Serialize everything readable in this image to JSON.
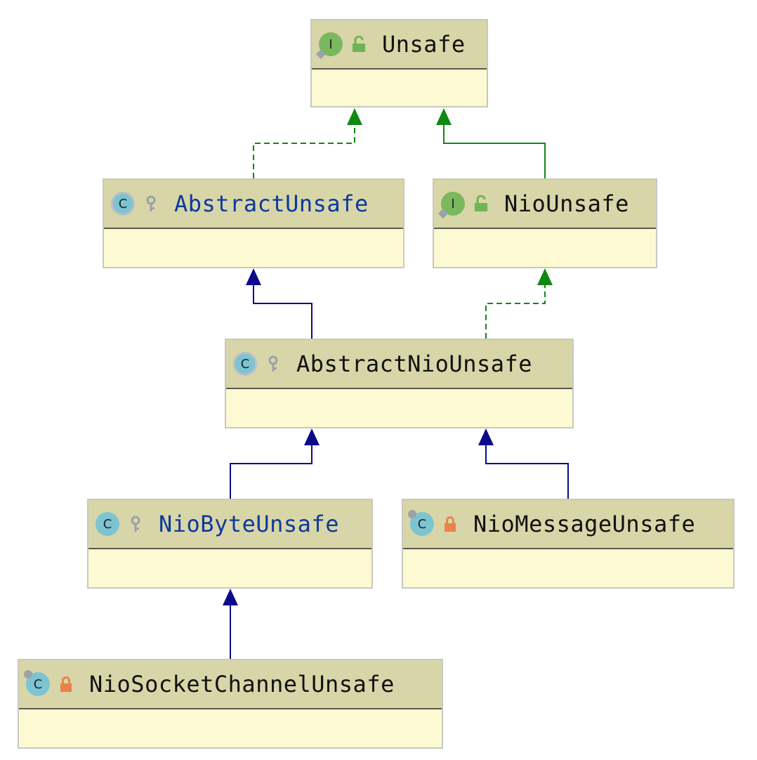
{
  "diagram": {
    "nodes": [
      {
        "id": "unsafe",
        "name": "Unsafe",
        "kind": "interface",
        "visibility": "public",
        "abstract": false
      },
      {
        "id": "abstract-unsafe",
        "name": "AbstractUnsafe",
        "kind": "abstract-class",
        "visibility": "package",
        "abstract": true
      },
      {
        "id": "nio-unsafe",
        "name": "NioUnsafe",
        "kind": "interface",
        "visibility": "public",
        "abstract": false
      },
      {
        "id": "abstract-nio-unsafe",
        "name": "AbstractNioUnsafe",
        "kind": "abstract-class",
        "visibility": "package",
        "abstract": false
      },
      {
        "id": "nio-byte-unsafe",
        "name": "NioByteUnsafe",
        "kind": "class",
        "visibility": "package",
        "abstract": true
      },
      {
        "id": "nio-message-unsafe",
        "name": "NioMessageUnsafe",
        "kind": "class",
        "visibility": "private",
        "abstract": false
      },
      {
        "id": "nio-socket-channel-unsafe",
        "name": "NioSocketChannelUnsafe",
        "kind": "class",
        "visibility": "private",
        "abstract": false
      }
    ],
    "edges": [
      {
        "from": "abstract-unsafe",
        "to": "unsafe",
        "type": "implements"
      },
      {
        "from": "nio-unsafe",
        "to": "unsafe",
        "type": "extends-interface"
      },
      {
        "from": "abstract-nio-unsafe",
        "to": "abstract-unsafe",
        "type": "extends"
      },
      {
        "from": "abstract-nio-unsafe",
        "to": "nio-unsafe",
        "type": "implements"
      },
      {
        "from": "nio-byte-unsafe",
        "to": "abstract-nio-unsafe",
        "type": "extends"
      },
      {
        "from": "nio-message-unsafe",
        "to": "abstract-nio-unsafe",
        "type": "extends"
      },
      {
        "from": "nio-socket-channel-unsafe",
        "to": "nio-byte-unsafe",
        "type": "extends"
      }
    ],
    "colors": {
      "header": "#d8d5a8",
      "body": "#fdf9d3",
      "interface_icon": "#79b85d",
      "class_icon": "#7cc4d2",
      "extends_edge": "#0b0b8a",
      "implements_edge": "#118811",
      "private_lock": "#e8844a",
      "abstract_name": "#0b3a9c"
    }
  }
}
